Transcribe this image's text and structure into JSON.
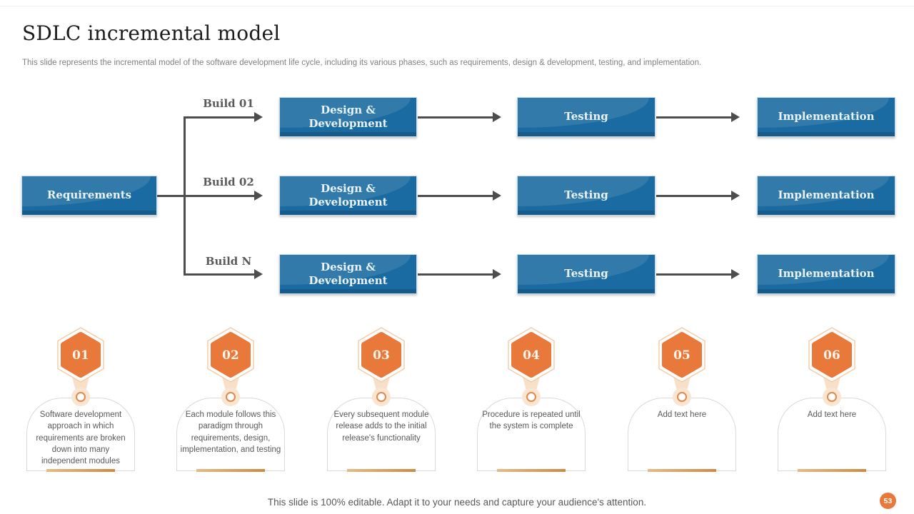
{
  "slide": {
    "title": "SDLC incremental model",
    "subtitle": "This slide represents the incremental model of the software development life cycle, including its various phases, such as requirements, design & development, testing, and implementation.",
    "footer": "This slide is 100% editable. Adapt it to your needs and capture your audience's attention.",
    "page_number": "53"
  },
  "colors": {
    "box_blue": "#1a6ba1",
    "accent_orange": "#e8793b",
    "connector_gray": "#4d4d4d",
    "body_text_gray": "#595959"
  },
  "flowchart": {
    "requirements_label": "Requirements",
    "build_labels": [
      "Build 01",
      "Build 02",
      "Build N"
    ],
    "phase_labels": [
      "Design & Development",
      "Testing",
      "Implementation"
    ]
  },
  "steps": [
    {
      "number": "01",
      "text": "Software development approach in which requirements are broken down into many independent modules"
    },
    {
      "number": "02",
      "text": "Each module follows this paradigm through requirements, design, implementation, and testing"
    },
    {
      "number": "03",
      "text": "Every subsequent module release adds to the initial release's functionality"
    },
    {
      "number": "04",
      "text": "Procedure is repeated until the system is complete"
    },
    {
      "number": "05",
      "text": "Add text here"
    },
    {
      "number": "06",
      "text": "Add text here"
    }
  ]
}
